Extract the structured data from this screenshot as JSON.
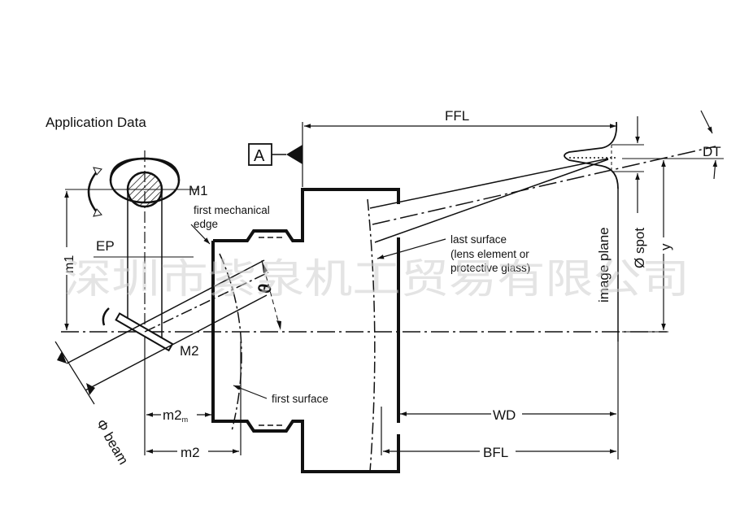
{
  "title": "Application Data",
  "datum_label": "A",
  "labels": {
    "ffl": "FFL",
    "m1": "M1",
    "m1_dim": "m1",
    "m2": "M2",
    "m2_dim": "m2",
    "m2m_dim": "m2",
    "m2m_sub": "m",
    "ep": "EP",
    "first_mech_line1": "first mechanical",
    "first_mech_line2": "edge",
    "last_surface_line1": "last surface",
    "last_surface_line2": "(lens element or",
    "last_surface_line3": "protective glass)",
    "first_surface": "first surface",
    "wd": "WD",
    "bfl": "BFL",
    "image_plane": "image plane",
    "spot": "Ø spot",
    "y": "y",
    "dt": "DT",
    "theta": "θ",
    "beam": "Φ beam"
  },
  "watermark": "深圳市紫泉机工贸易有限公司",
  "colors": {
    "line": "#111111",
    "watermark": "#cfcfcf"
  }
}
